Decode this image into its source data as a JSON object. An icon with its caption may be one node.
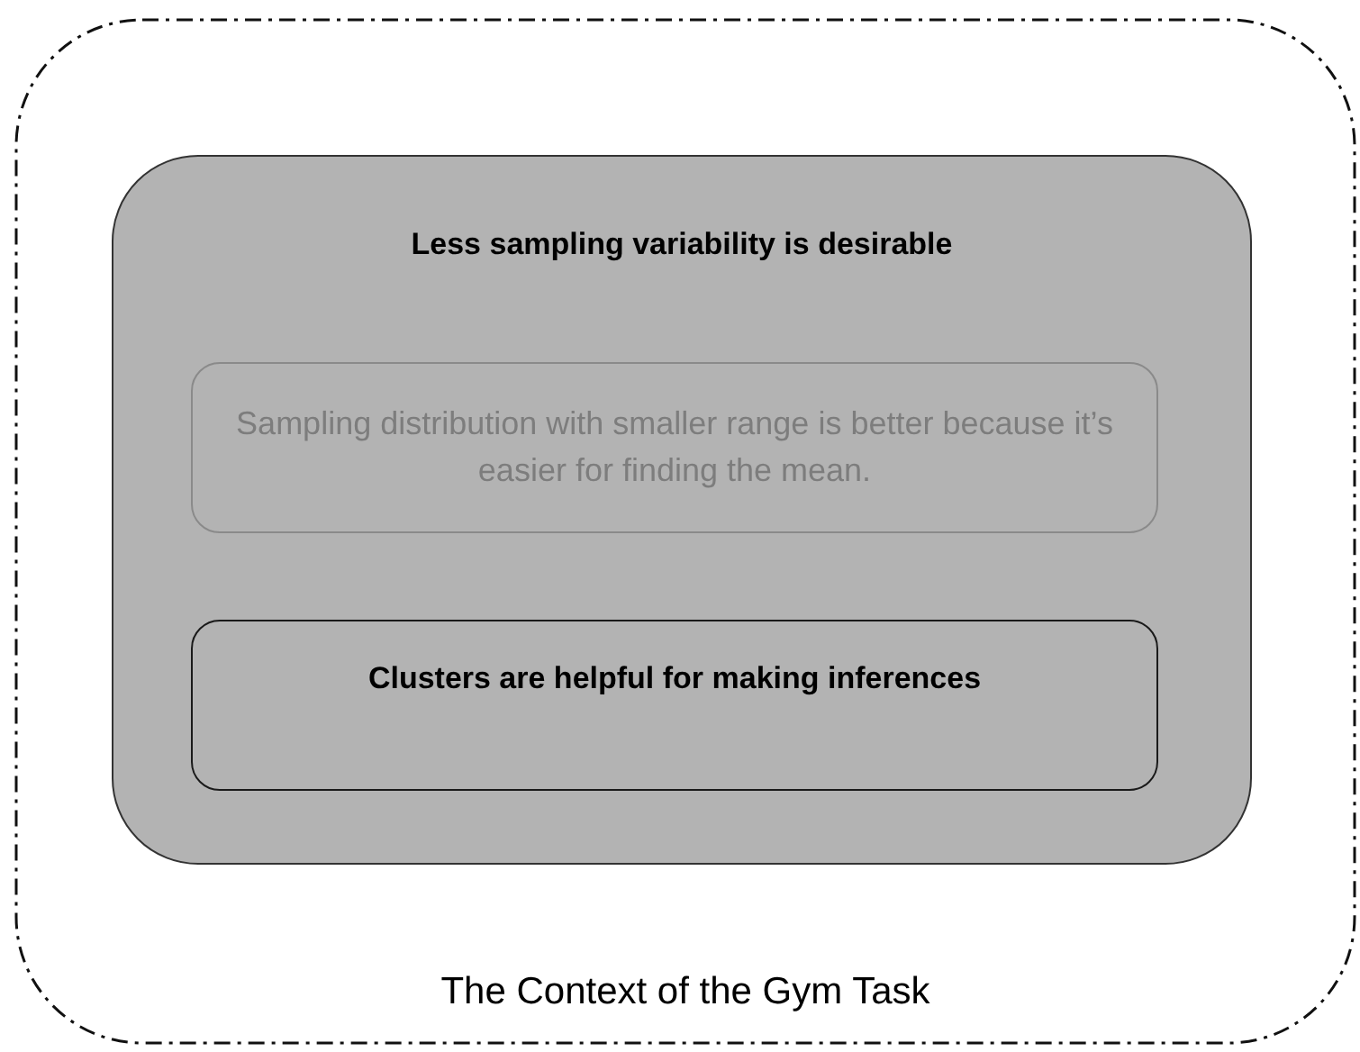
{
  "diagram": {
    "nodes": [
      {
        "text": [
          "The Context of the Gym Task"
        ]
      },
      {
        "text": [
          "Less sampling variability is desirable"
        ],
        "in": 0
      },
      {
        "text": [
          "Sampling distribution with smaller range is better because it’s easier for finding the mean."
        ],
        "in": 1
      },
      {
        "text": [
          "Clusters are helpful for making inferences"
        ],
        "in": 1
      }
    ]
  }
}
